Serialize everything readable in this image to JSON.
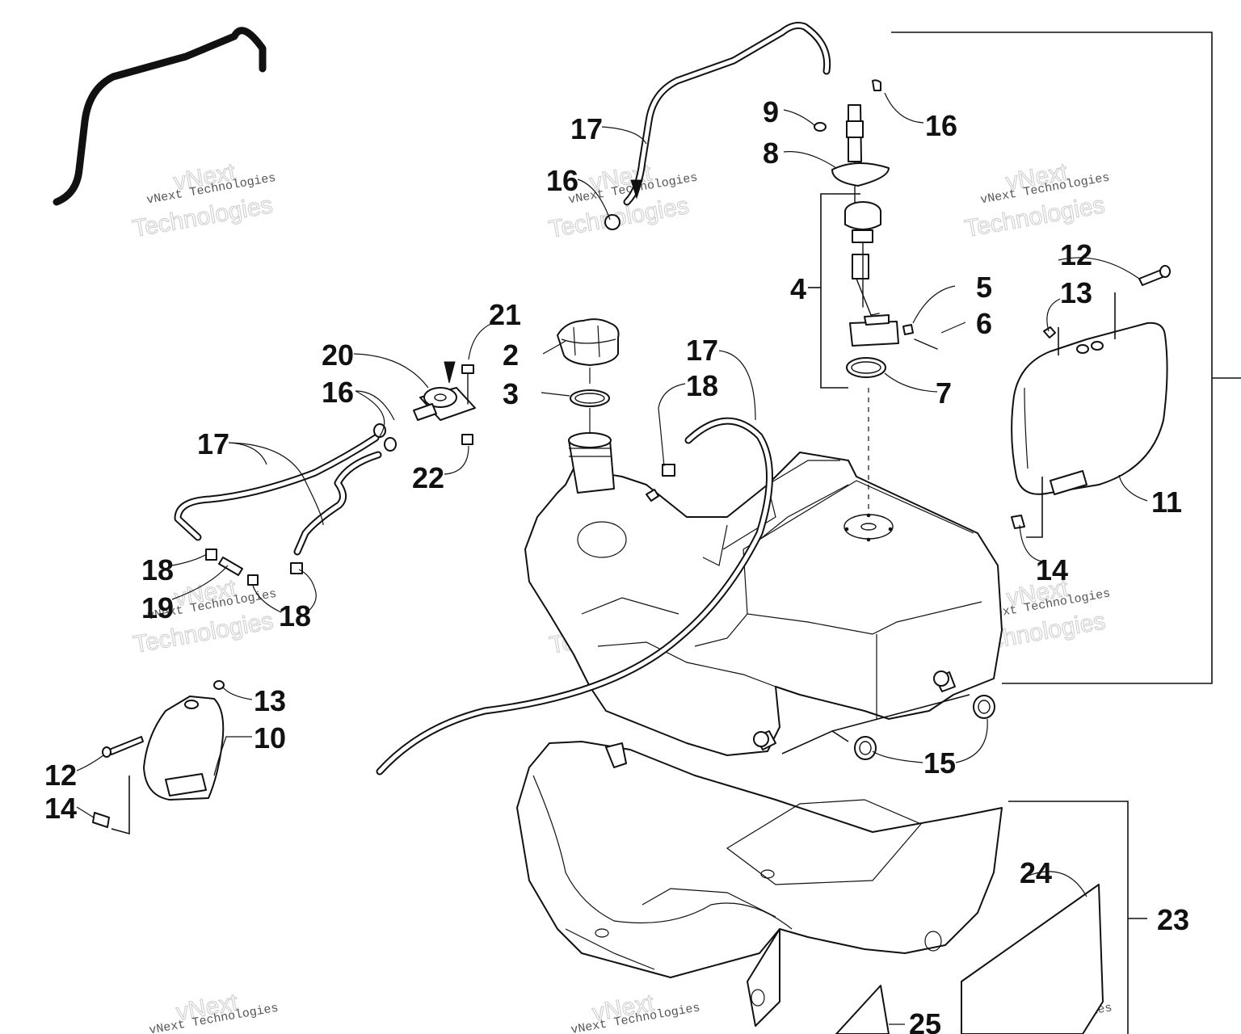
{
  "diagram": {
    "callouts": [
      {
        "id": "c2",
        "label": "2"
      },
      {
        "id": "c3",
        "label": "3"
      },
      {
        "id": "c4",
        "label": "4"
      },
      {
        "id": "c5",
        "label": "5"
      },
      {
        "id": "c6",
        "label": "6"
      },
      {
        "id": "c7",
        "label": "7"
      },
      {
        "id": "c8",
        "label": "8"
      },
      {
        "id": "c9",
        "label": "9"
      },
      {
        "id": "c10",
        "label": "10"
      },
      {
        "id": "c11",
        "label": "11"
      },
      {
        "id": "c12a",
        "label": "12"
      },
      {
        "id": "c12b",
        "label": "12"
      },
      {
        "id": "c13a",
        "label": "13"
      },
      {
        "id": "c13b",
        "label": "13"
      },
      {
        "id": "c14a",
        "label": "14"
      },
      {
        "id": "c14b",
        "label": "14"
      },
      {
        "id": "c15",
        "label": "15"
      },
      {
        "id": "c16a",
        "label": "16"
      },
      {
        "id": "c16b",
        "label": "16"
      },
      {
        "id": "c16c",
        "label": "16"
      },
      {
        "id": "c17a",
        "label": "17"
      },
      {
        "id": "c17b",
        "label": "17"
      },
      {
        "id": "c17c",
        "label": "17"
      },
      {
        "id": "c18a",
        "label": "18"
      },
      {
        "id": "c18b",
        "label": "18"
      },
      {
        "id": "c18c",
        "label": "18"
      },
      {
        "id": "c19",
        "label": "19"
      },
      {
        "id": "c20",
        "label": "20"
      },
      {
        "id": "c21",
        "label": "21"
      },
      {
        "id": "c22",
        "label": "22"
      },
      {
        "id": "c23",
        "label": "23"
      },
      {
        "id": "c24",
        "label": "24"
      },
      {
        "id": "c25",
        "label": "25"
      }
    ],
    "watermark": {
      "small_text": "vNext Technologies",
      "big_line1": "vNext",
      "big_line2": "Technologies"
    }
  }
}
